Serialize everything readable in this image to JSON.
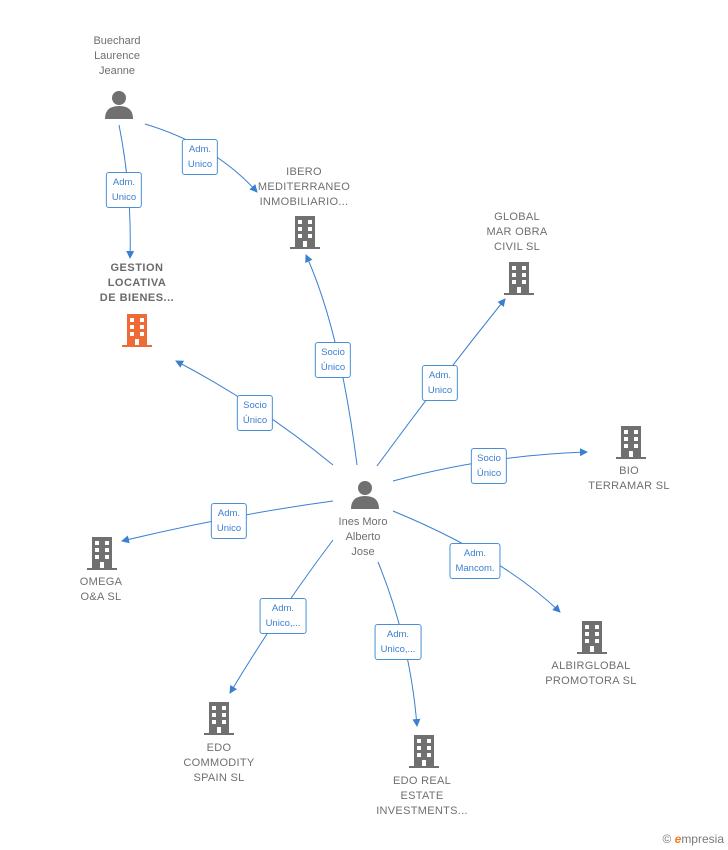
{
  "nodes": {
    "buechard": {
      "label": "Buechard\nLaurence\nJeanne",
      "icon": "person-icon",
      "color": "#707070"
    },
    "gestion": {
      "label": "GESTION\nLOCATIVA\nDE BIENES...",
      "icon": "building-icon",
      "color": "#f06a35"
    },
    "ibero": {
      "label": "IBERO\nMEDITERRANEO\nINMOBILIARIO...",
      "icon": "building-icon",
      "color": "#707070"
    },
    "global": {
      "label": "GLOBAL\nMAR OBRA\nCIVIL SL",
      "icon": "building-icon",
      "color": "#707070"
    },
    "bio": {
      "label": "BIO\nTERRAMAR  SL",
      "icon": "building-icon",
      "color": "#707070"
    },
    "ines": {
      "label": "Ines Moro\nAlberto\nJose",
      "icon": "person-icon",
      "color": "#707070"
    },
    "omega": {
      "label": "OMEGA\nO&A  SL",
      "icon": "building-icon",
      "color": "#707070"
    },
    "albir": {
      "label": "ALBIRGLOBAL\nPROMOTORA SL",
      "icon": "building-icon",
      "color": "#707070"
    },
    "edo_comm": {
      "label": "EDO\nCOMMODITY\nSPAIN  SL",
      "icon": "building-icon",
      "color": "#707070"
    },
    "edo_real": {
      "label": "EDO REAL\nESTATE\nINVESTMENTS...",
      "icon": "building-icon",
      "color": "#707070"
    }
  },
  "edges": [
    {
      "id": "buechard-gestion",
      "label": "Adm.\nUnico"
    },
    {
      "id": "buechard-ibero",
      "label": "Adm.\nUnico"
    },
    {
      "id": "ines-ibero",
      "label": "Socio\nÚnico"
    },
    {
      "id": "ines-gestion",
      "label": "Socio\nÚnico"
    },
    {
      "id": "ines-global",
      "label": "Adm.\nUnico"
    },
    {
      "id": "ines-bio",
      "label": "Socio\nÚnico"
    },
    {
      "id": "ines-omega",
      "label": "Adm.\nUnico"
    },
    {
      "id": "ines-albir",
      "label": "Adm.\nMancom."
    },
    {
      "id": "ines-edo_comm",
      "label": "Adm.\nUnico,..."
    },
    {
      "id": "ines-edo_real",
      "label": "Adm.\nUnico,..."
    }
  ],
  "colors": {
    "edge": "#3b7fd1",
    "focus": "#f06a35",
    "node": "#707070"
  },
  "footer": {
    "copyright": "©",
    "brand_initial": "e",
    "brand_rest": "mpresia"
  }
}
